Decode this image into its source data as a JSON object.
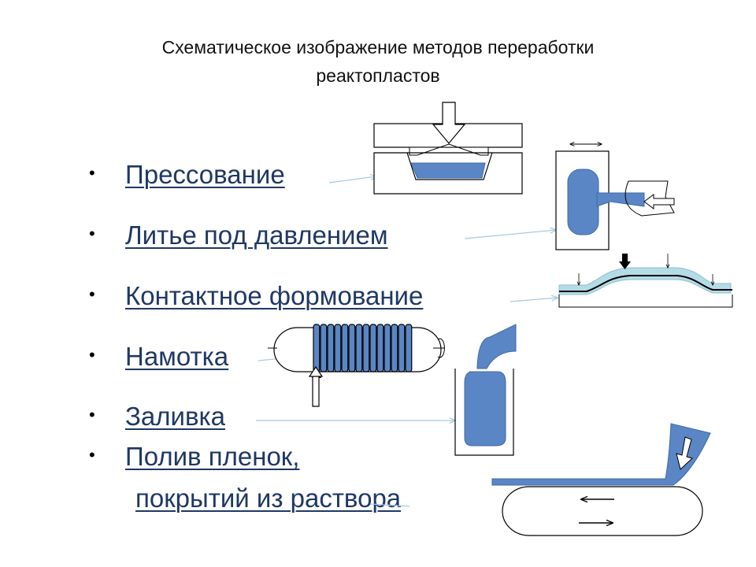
{
  "slide": {
    "title_line1": "Схематическое изображение методов переработки",
    "title_line2": "реактопластов",
    "bullet_glyph": "•"
  },
  "methods": [
    {
      "label": "Прессование"
    },
    {
      "label": "Литье под давлением"
    },
    {
      "label": "Контактное формование"
    },
    {
      "label": "Намотка"
    },
    {
      "label": "Заливка"
    },
    {
      "label": "Полив пленок, ",
      "label_line2": "покрытий из раствора"
    }
  ],
  "colors": {
    "material": "#5b86c5",
    "material_light": "#b4dce6",
    "outline": "#000000",
    "link_text": "#1f3864",
    "connector": "#a6cbe0"
  },
  "icons": [
    "press-mold",
    "injection-mold",
    "contact-mold",
    "winding-mandrel",
    "casting-mold",
    "film-casting-belt"
  ]
}
